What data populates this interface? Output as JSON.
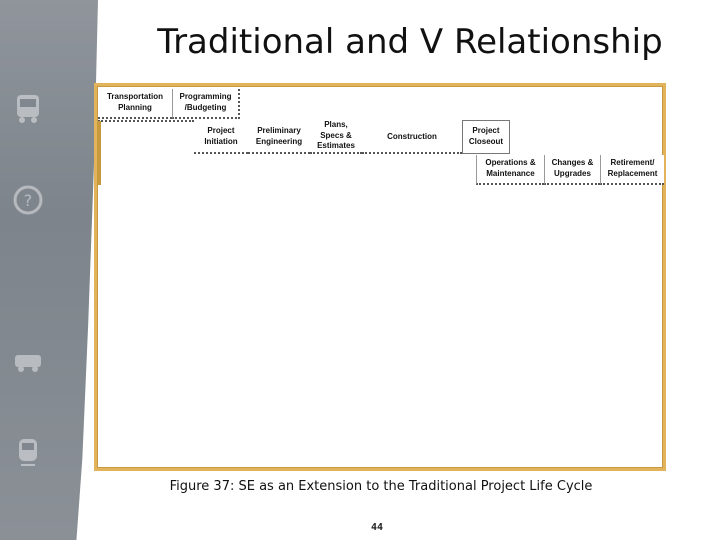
{
  "slide": {
    "title": "Traditional and V Relationship",
    "caption": "Figure 37: SE as an Extension to the Traditional Project Life Cycle",
    "page_number": "44"
  },
  "decor": {
    "icons": [
      "bus-icon",
      "help-icon",
      "car-icon",
      "train-icon"
    ]
  },
  "diagram": {
    "row1": [
      "Transportation\nPlanning",
      "Programming\n/Budgeting"
    ],
    "row2": [
      "Project\nInitiation",
      "Preliminary\nEngineering",
      "Plans,\nSpecs &\nEstimates",
      "Construction",
      "Project\nCloseout"
    ],
    "row3": [
      "Operations &\nMaintenance",
      "Changes &\nUpgrades",
      "Retirement/\nReplacement"
    ]
  },
  "colors": {
    "frame": "#e1b35a",
    "band": "#8a9096"
  }
}
